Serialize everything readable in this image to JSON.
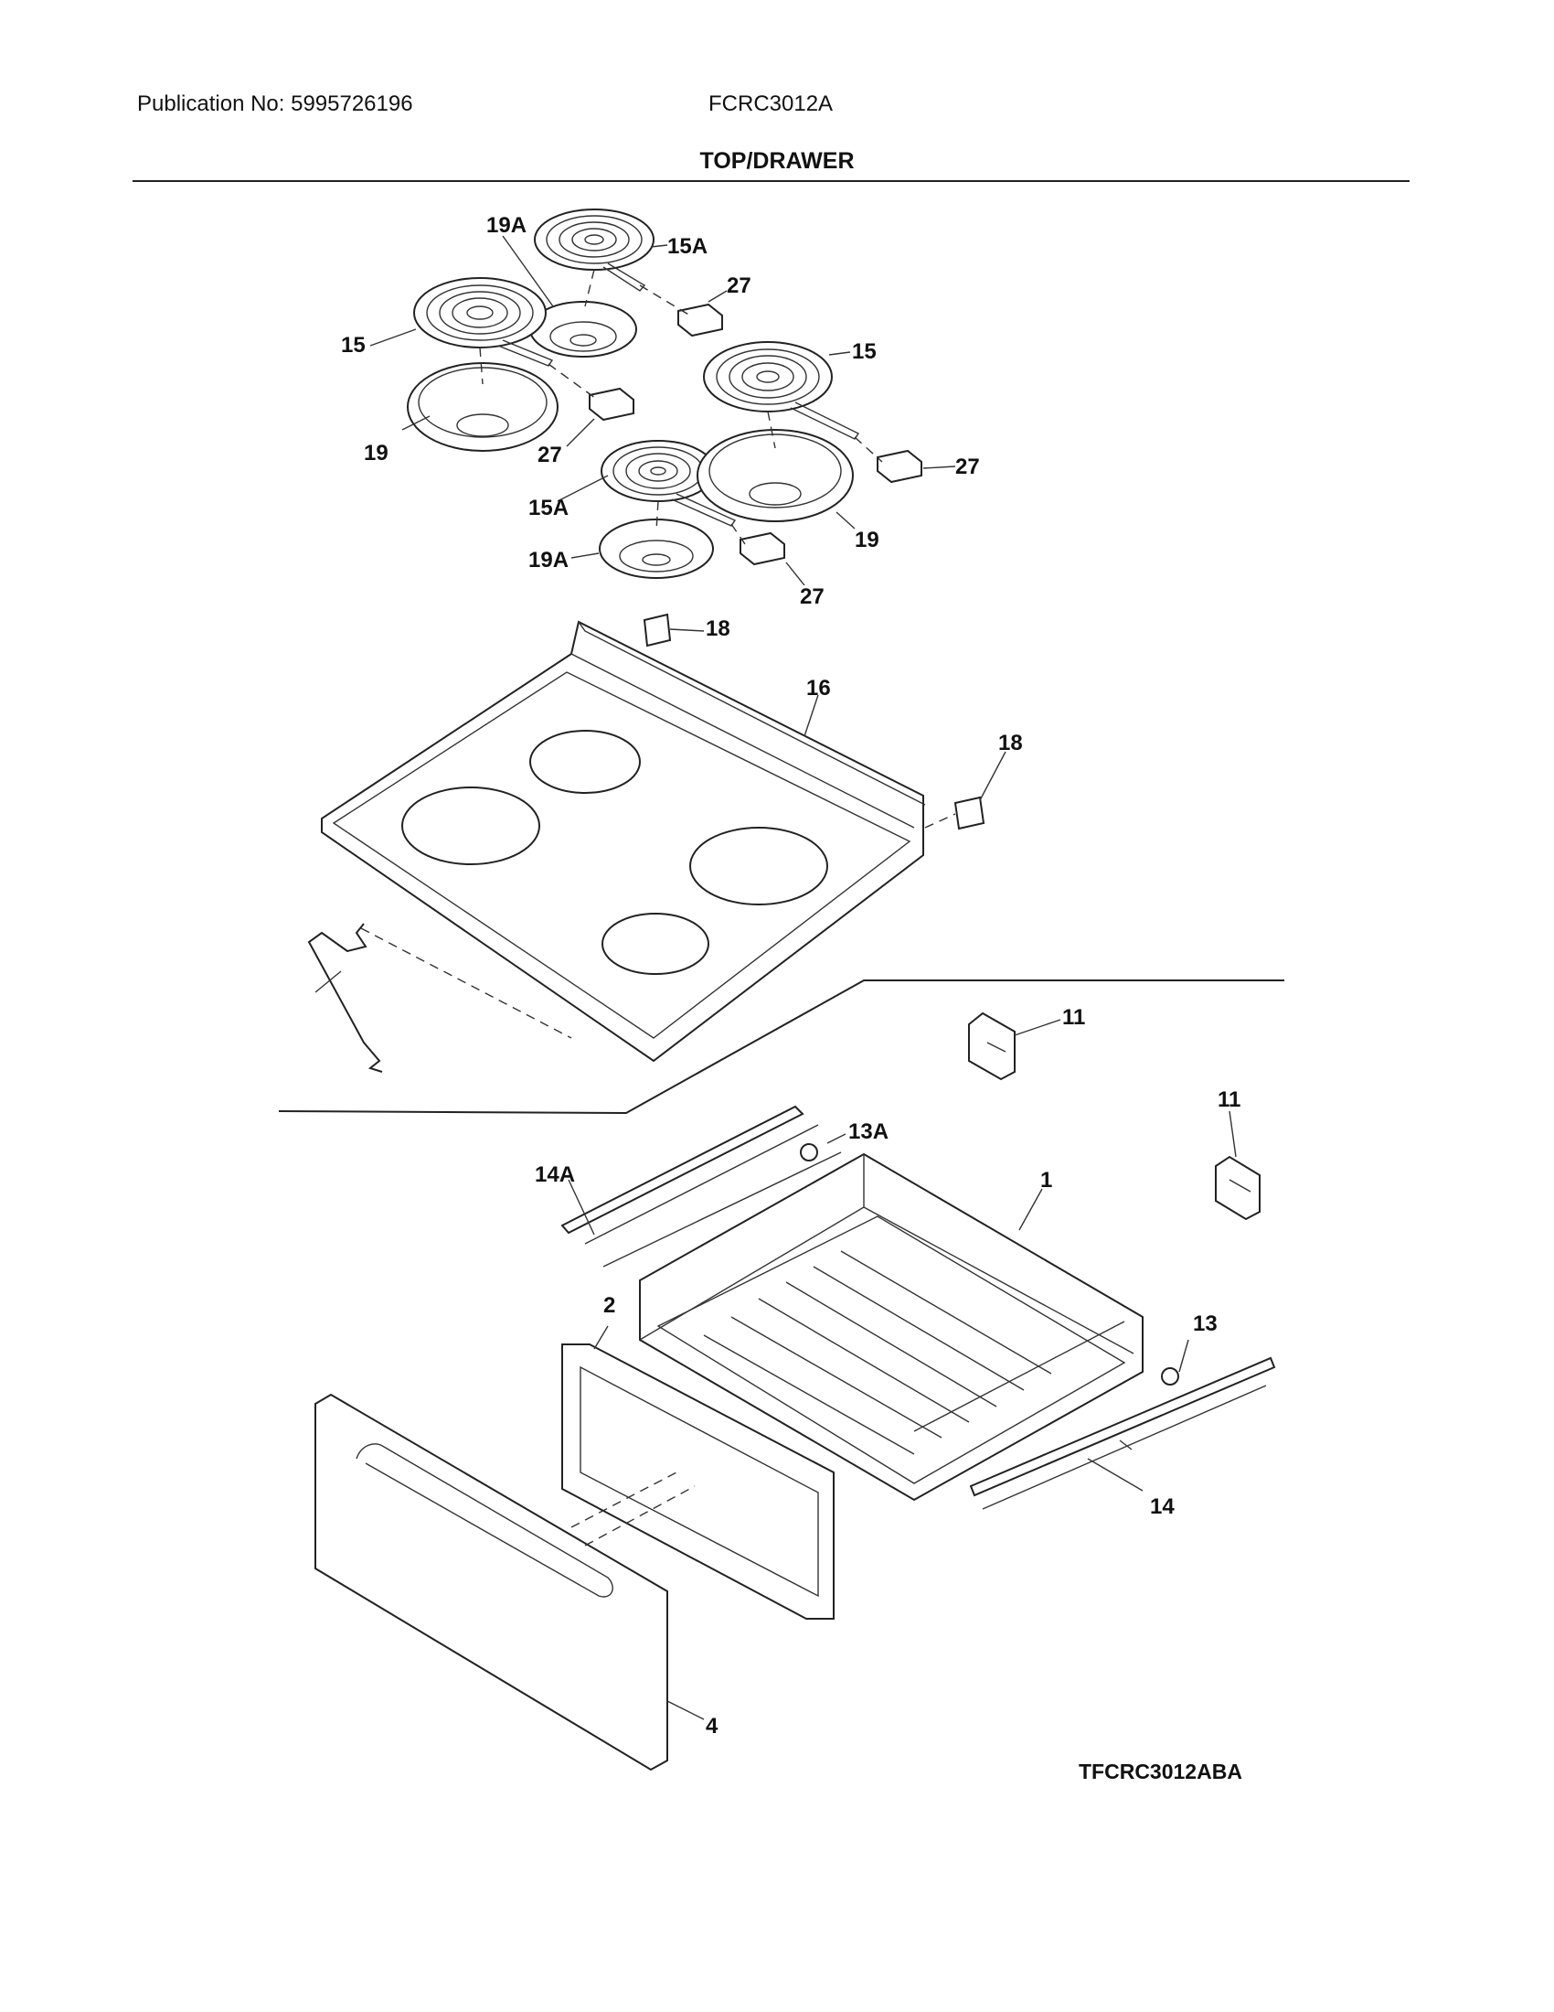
{
  "header": {
    "publication": "Publication No: 5995726196",
    "model": "FCRC3012A",
    "section_title": "TOP/DRAWER"
  },
  "callouts": {
    "c19a_top": "19A",
    "c15a_top": "15A",
    "c27_a": "27",
    "c15_left": "15",
    "c15_right": "15",
    "c19_left": "19",
    "c27_b": "27",
    "c27_c": "27",
    "c15a_bottom": "15A",
    "c19_right": "19",
    "c19a_bottom": "19A",
    "c27_d": "27",
    "c18_a": "18",
    "c16": "16",
    "c18_b": "18",
    "c11_a": "11",
    "c11_b": "11",
    "c13a": "13A",
    "c14a": "14A",
    "c1": "1",
    "c2": "2",
    "c13": "13",
    "c14": "14",
    "c4": "4"
  },
  "diagram_code": "TFCRC3012ABA"
}
